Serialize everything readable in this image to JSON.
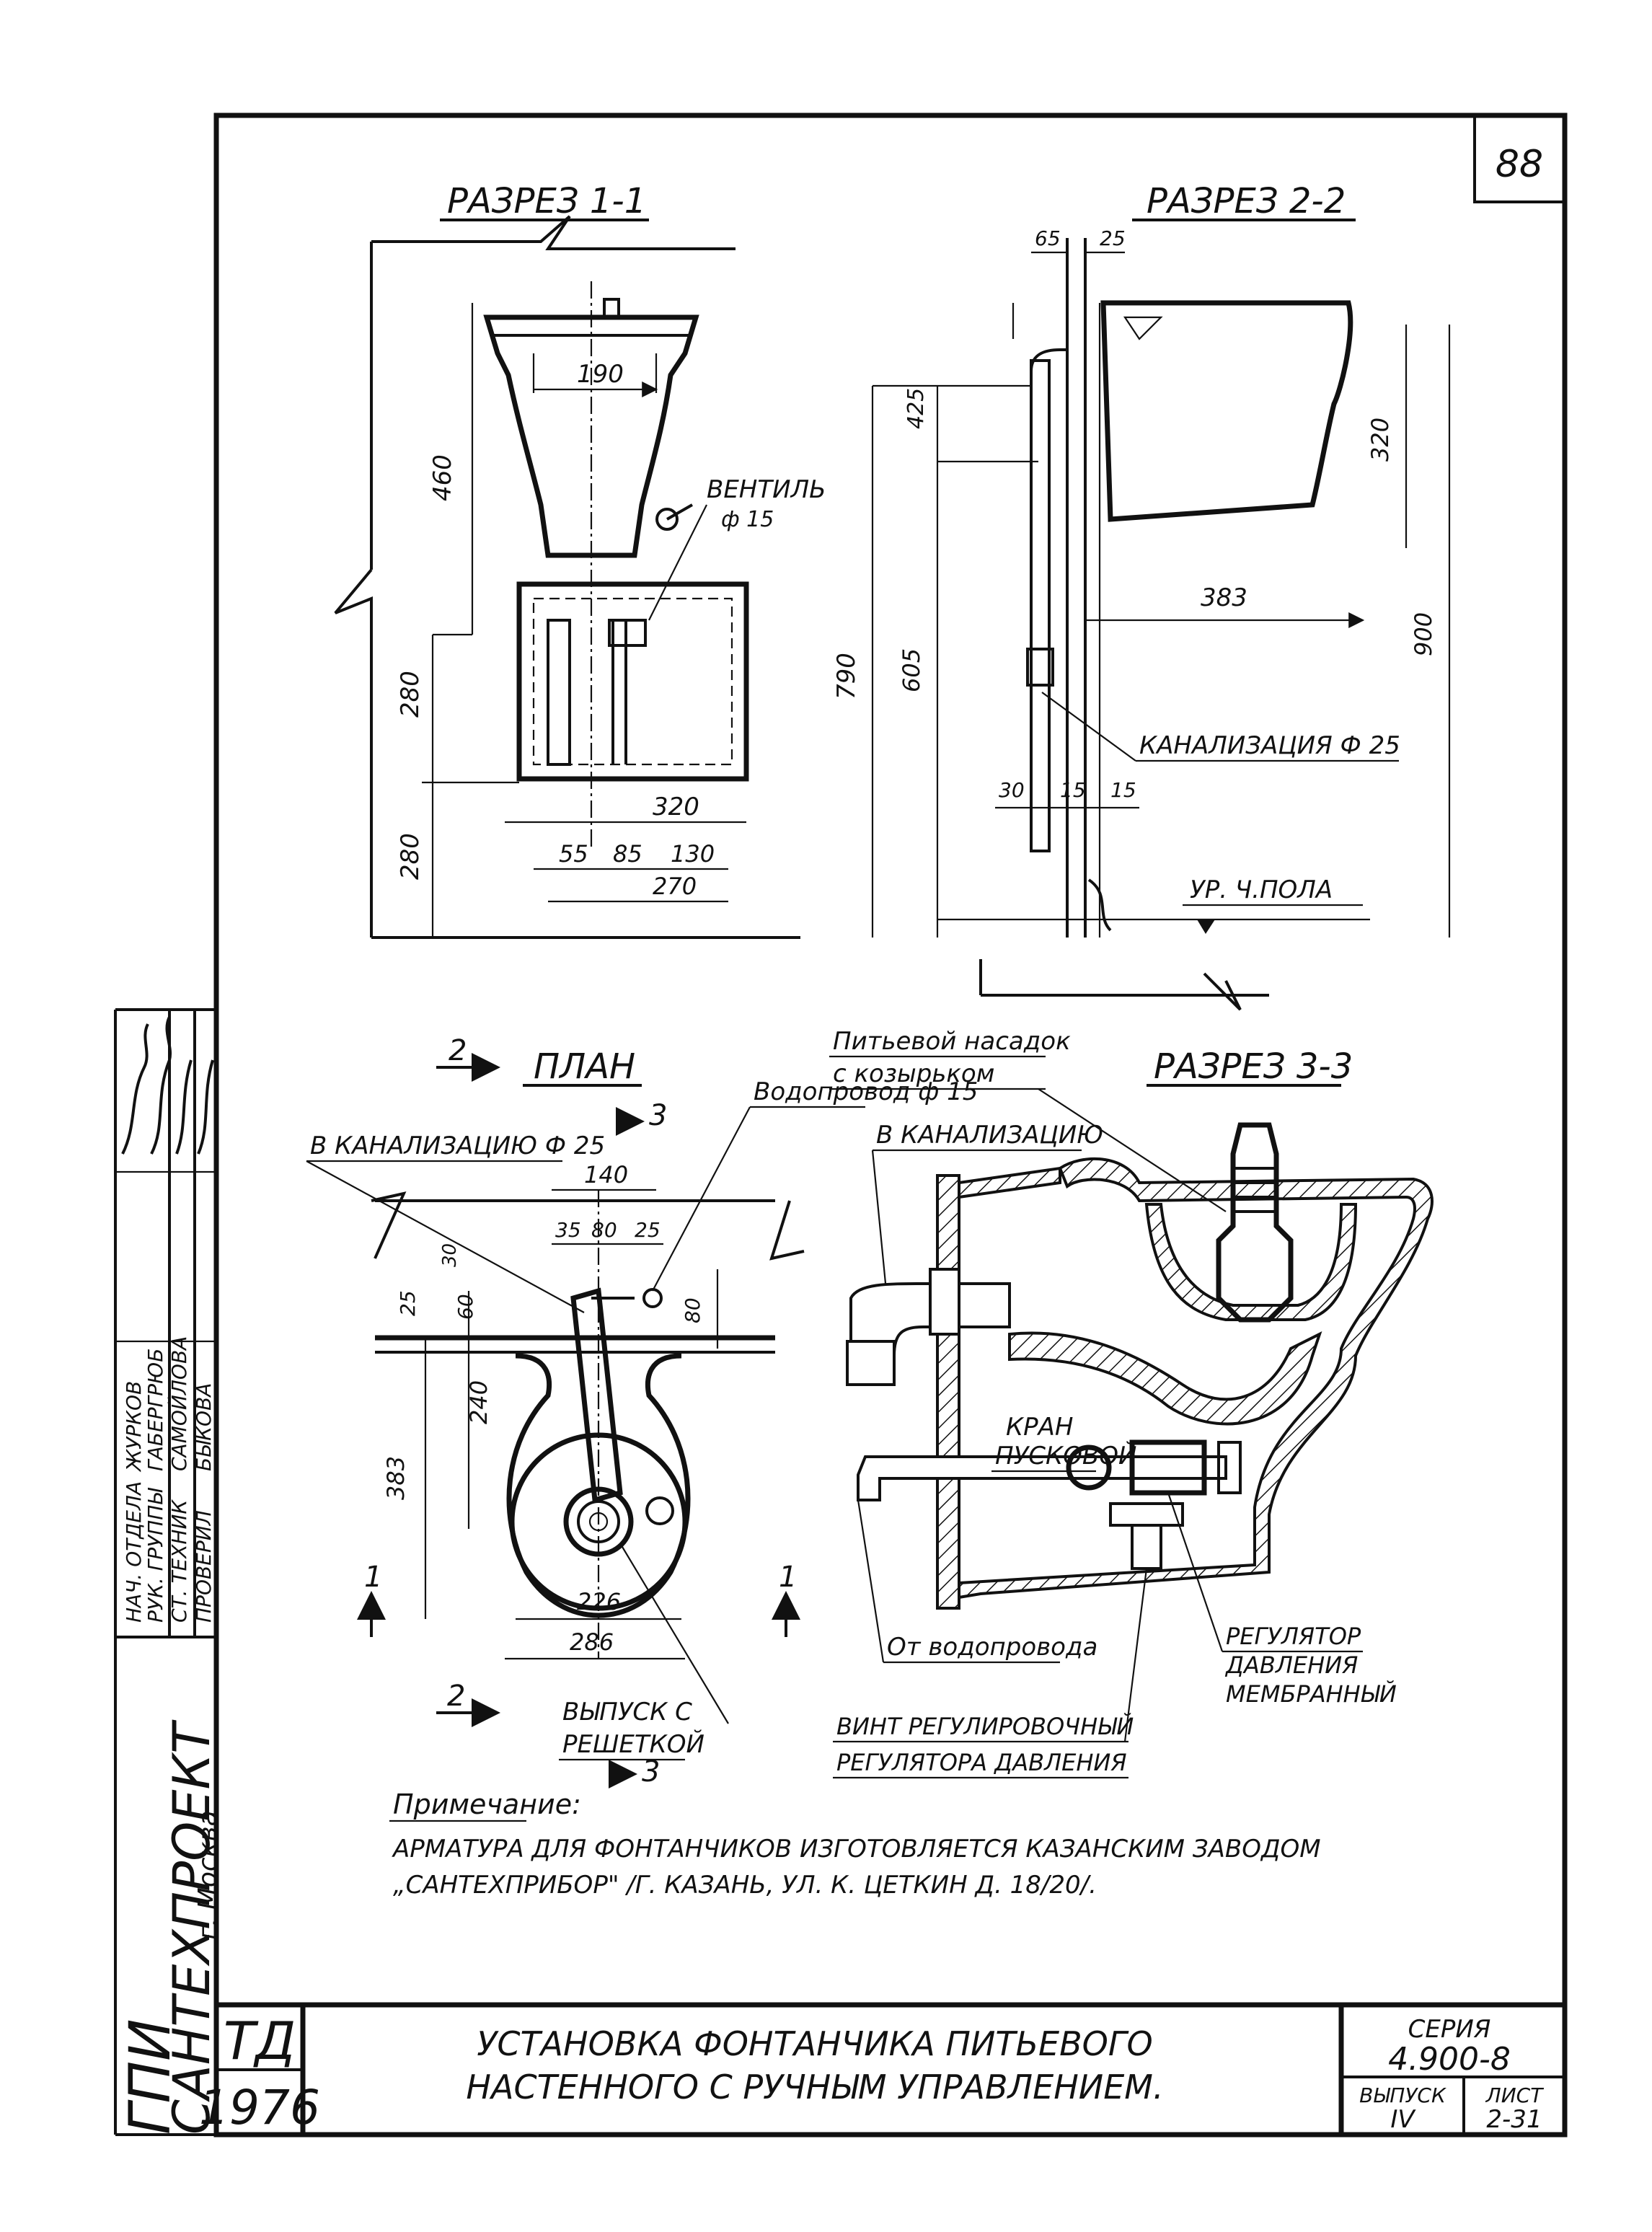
{
  "sheet_number": "88",
  "views": {
    "section_1": "Разрез 1-1",
    "section_2": "Разрез 2-2",
    "section_3": "Разрез 3-3",
    "plan": "План"
  },
  "section_markers": {
    "m1": "1",
    "m2": "2",
    "m3": "3"
  },
  "labels": {
    "valve": "Вентиль",
    "valve_dia": "ф 15",
    "sewer_25": "Канализация ф 25",
    "floor_level": "Ур. ч.пола",
    "to_sewer_plan": "В канализацию ф 25",
    "water_supply": "Водопровод ф 15",
    "nozzle_line1": "Питьевой насадок",
    "nozzle_line2": "с козырьком",
    "to_sewer": "В канализацию",
    "crane_line1": "Кран",
    "crane_line2": "пусковой",
    "from_water": "От водопровода",
    "regulator_line1": "Регулятор",
    "regulator_line2": "давления",
    "regulator_line3": "мембранный",
    "screw_line1": "Винт регулировочный",
    "screw_line2": "регулятора давления",
    "outlet_line1": "Выпуск с",
    "outlet_line2": "решеткой"
  },
  "dims": {
    "d190": "190",
    "d460": "460",
    "d280a": "280",
    "d280b": "280",
    "d320": "320",
    "d55": "55",
    "d85": "85",
    "d130": "130",
    "d270": "270",
    "d65": "65",
    "d25": "25",
    "d425": "425",
    "d320b": "320",
    "d383": "383",
    "d790": "790",
    "d605": "605",
    "d900": "900",
    "d30": "30",
    "d15a": "15",
    "d15b": "15",
    "d140": "140",
    "d35": "35",
    "d80": "80",
    "d25b": "25",
    "d30b": "30",
    "d60": "60",
    "d25c": "25",
    "d80b": "80",
    "d240": "240",
    "d383b": "383",
    "d226": "226",
    "d286": "286"
  },
  "note": {
    "title": "Примечание:",
    "line1": "Арматура для фонтанчиков изготовляется Казанским заводом",
    "line2": "„Сантехприбор\" /г. Казань, ул. К. Цеткин д. 18/20/."
  },
  "title_block": {
    "title_line1": "Установка фонтанчика питьевого",
    "title_line2": "настенного с ручным управлением.",
    "org1": "ГПИ",
    "org2": "САНТЕХПРОЕКТ",
    "org3": "г. Москва",
    "code": "ТД",
    "year": "1976",
    "series_label": "Серия",
    "series_value": "4.900-8",
    "issue_label": "Выпуск",
    "issue_value": "IV",
    "sheet_label": "Лист",
    "sheet_value": "2-31"
  },
  "signatures": [
    {
      "role": "Нач. отдела",
      "name": "Журков"
    },
    {
      "role": "Рук. группы",
      "name": "Габергрюб"
    },
    {
      "role": "Ст. техник",
      "name": "Самойлова"
    },
    {
      "role": "Проверил",
      "name": "Быкова"
    }
  ]
}
